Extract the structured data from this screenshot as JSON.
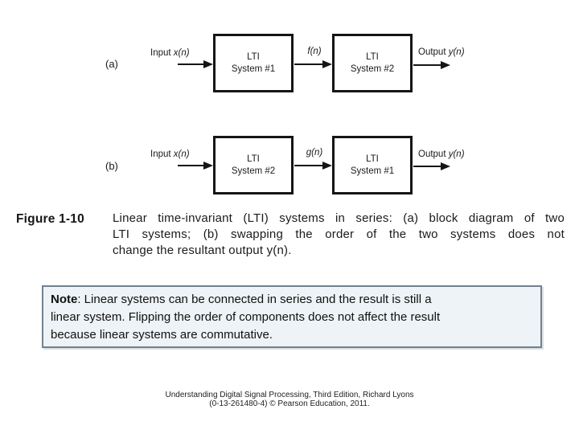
{
  "figure": {
    "label": "Figure 1-10",
    "caption_lines": [
      "Linear time-invariant (LTI) systems in series: (a) block diagram of two",
      "LTI systems; (b) swapping the order of the two systems does not",
      "change the resultant output y(n)."
    ]
  },
  "diagrams": [
    {
      "tag": "(a)",
      "input_prefix": "Input ",
      "input_math": "x(n)",
      "box1_line1": "LTI",
      "box1_line2": "System #1",
      "mid_math": "f(n)",
      "box2_line1": "LTI",
      "box2_line2": "System #2",
      "output_prefix": "Output ",
      "output_math": "y(n)"
    },
    {
      "tag": "(b)",
      "input_prefix": "Input ",
      "input_math": "x(n)",
      "box1_line1": "LTI",
      "box1_line2": "System #2",
      "mid_math": "g(n)",
      "box2_line1": "LTI",
      "box2_line2": "System #1",
      "output_prefix": "Output ",
      "output_math": "y(n)"
    }
  ],
  "note": {
    "label": "Note",
    "line1_rest": ": Linear systems can be connected in series and the result is still a",
    "line2": "linear system. Flipping the order of components does not affect the result",
    "line3": "because linear systems are commutative."
  },
  "citation": {
    "line1": "Understanding Digital Signal Processing, Third Edition, Richard Lyons",
    "line2": "(0-13-261480-4) © Pearson Education, 2011."
  },
  "colors": {
    "ink": "#151515",
    "note_border": "#71818f",
    "note_bg": "#edf3f6"
  }
}
